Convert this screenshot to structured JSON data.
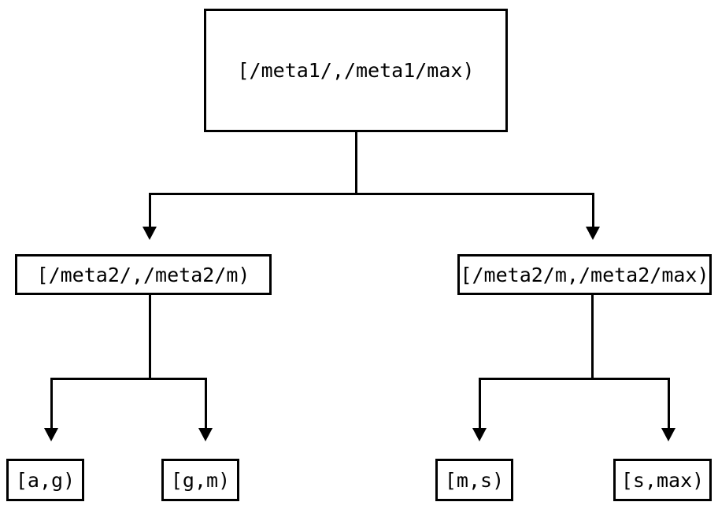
{
  "diagram": {
    "type": "tree",
    "title": "",
    "background_color": "#ffffff",
    "line_color": "#000000",
    "text_color": "#000000",
    "levels": 3,
    "nodes": {
      "root": {
        "label": "[/meta1/,/meta1/max)",
        "level": 0
      },
      "mid_left": {
        "label": "[/meta2/,/meta2/m)",
        "level": 1
      },
      "mid_right": {
        "label": "[/meta2/m,/meta2/max)",
        "level": 1
      },
      "leaf_1": {
        "label": "[a,g)",
        "level": 2
      },
      "leaf_2": {
        "label": "[g,m)",
        "level": 2
      },
      "leaf_3": {
        "label": "[m,s)",
        "level": 2
      },
      "leaf_4": {
        "label": "[s,max)",
        "level": 2
      }
    },
    "edges": [
      {
        "from": "root",
        "to": "mid_left",
        "arrow": "down"
      },
      {
        "from": "root",
        "to": "mid_right",
        "arrow": "down"
      },
      {
        "from": "mid_left",
        "to": "leaf_1",
        "arrow": "down"
      },
      {
        "from": "mid_left",
        "to": "leaf_2",
        "arrow": "down"
      },
      {
        "from": "mid_right",
        "to": "leaf_3",
        "arrow": "down"
      },
      {
        "from": "mid_right",
        "to": "leaf_4",
        "arrow": "down"
      }
    ]
  }
}
